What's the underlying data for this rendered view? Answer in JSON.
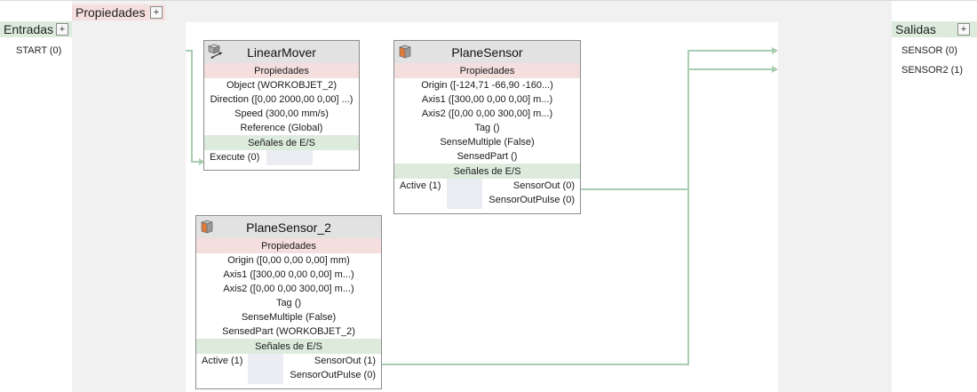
{
  "left_panel": {
    "title": "Entradas",
    "add_label": "+",
    "inputs": [
      "START (0)"
    ]
  },
  "right_panel": {
    "title": "Salidas",
    "add_label": "+",
    "outputs": [
      "SENSOR (0)",
      "SENSOR2 (1)"
    ]
  },
  "properties_header": {
    "title": "Propiedades",
    "add_label": "+"
  },
  "blocks": {
    "linearmover": {
      "title": "LinearMover",
      "props_label": "Propiedades",
      "props": [
        "Object (WORKOBJET_2)",
        "Direction ([0,00 2000,00 0,00] ...)",
        "Speed (300,00 mm/s)",
        "Reference (Global)"
      ],
      "io_label": "Señales de E/S",
      "input": "Execute (0)"
    },
    "planesensor": {
      "title": "PlaneSensor",
      "props_label": "Propiedades",
      "props": [
        "Origin ([-124,71 -66,90 -160...)",
        "Axis1 ([300,00 0,00 0,00] m...)",
        "Axis2 ([0,00 0,00 300,00] m...)",
        "Tag ()",
        "SenseMultiple (False)",
        "SensedPart ()"
      ],
      "io_label": "Señales de E/S",
      "input": "Active (1)",
      "outputs": [
        "SensorOut (0)",
        "SensorOutPulse (0)"
      ]
    },
    "planesensor2": {
      "title": "PlaneSensor_2",
      "props_label": "Propiedades",
      "props": [
        "Origin ([0,00 0,00 0,00] mm)",
        "Axis1 ([300,00 0,00 0,00] m...)",
        "Axis2 ([0,00 0,00 300,00] m...)",
        "Tag ()",
        "SenseMultiple (False)",
        "SensedPart (WORKOBJET_2)"
      ],
      "io_label": "Señales de E/S",
      "input": "Active (1)",
      "outputs": [
        "SensorOut (1)",
        "SensorOutPulse (0)"
      ]
    }
  },
  "colors": {
    "wire": "#a8cdb0",
    "io_band": "#dcebdc",
    "props_band": "#f4dede",
    "title_band": "#e2e2e2"
  }
}
